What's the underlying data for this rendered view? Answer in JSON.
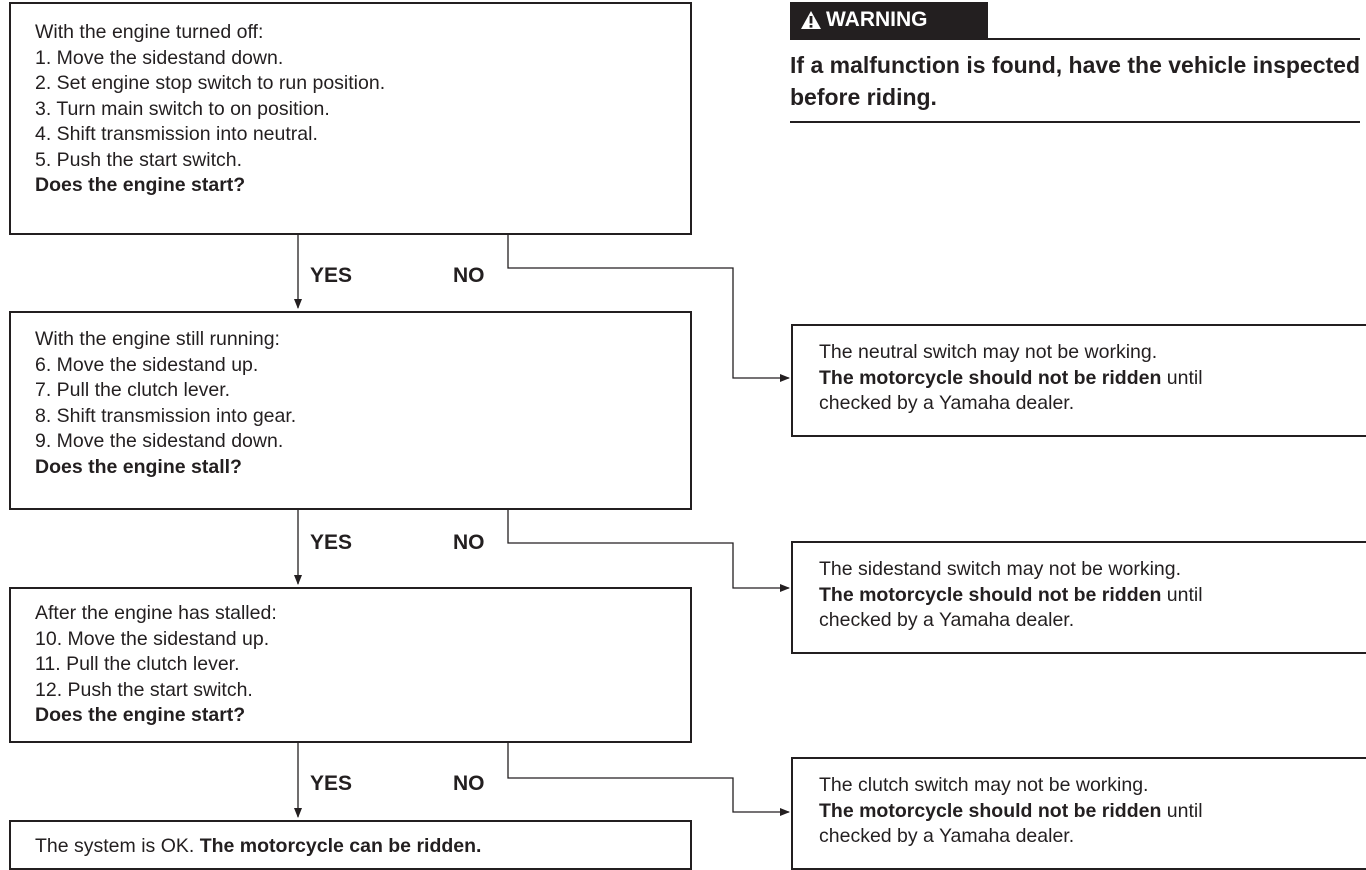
{
  "steps": [
    {
      "lines": [
        "With the engine turned off:",
        "1. Move the sidestand down.",
        "2. Set engine stop switch to run position.",
        "3. Turn main switch to on position.",
        "4. Shift transmission into neutral.",
        "5. Push the start switch."
      ],
      "question": "Does the engine start?"
    },
    {
      "lines": [
        "With the engine still running:",
        "6. Move the sidestand up.",
        "7. Pull the clutch lever.",
        "8. Shift transmission into gear.",
        "9. Move the sidestand down."
      ],
      "question": "Does the engine stall?"
    },
    {
      "lines": [
        "After the engine has stalled:",
        "10. Move the sidestand up.",
        "11. Pull the clutch lever.",
        "12. Push the start switch."
      ],
      "question": "Does the engine start?"
    }
  ],
  "final": {
    "plain": "The system is OK. ",
    "bold": "The motorcycle can be ridden."
  },
  "branch_labels": {
    "yes": "YES",
    "no": "NO"
  },
  "results": [
    {
      "line1": "The neutral switch may not be working.",
      "bold": "The motorcycle should not be ridden",
      "tail": " until",
      "line3": "checked by a Yamaha dealer."
    },
    {
      "line1": "The sidestand switch may not be working.",
      "bold": "The motorcycle should not be ridden",
      "tail": " until",
      "line3": "checked by a Yamaha dealer."
    },
    {
      "line1": "The clutch switch may not be working.",
      "bold": "The motorcycle should not be ridden",
      "tail": " until",
      "line3": "checked by a Yamaha dealer."
    }
  ],
  "warning": {
    "title": "WARNING",
    "text": "If a malfunction is found, have the vehicle inspected before riding."
  },
  "colors": {
    "ink": "#231f20",
    "background": "#ffffff"
  }
}
